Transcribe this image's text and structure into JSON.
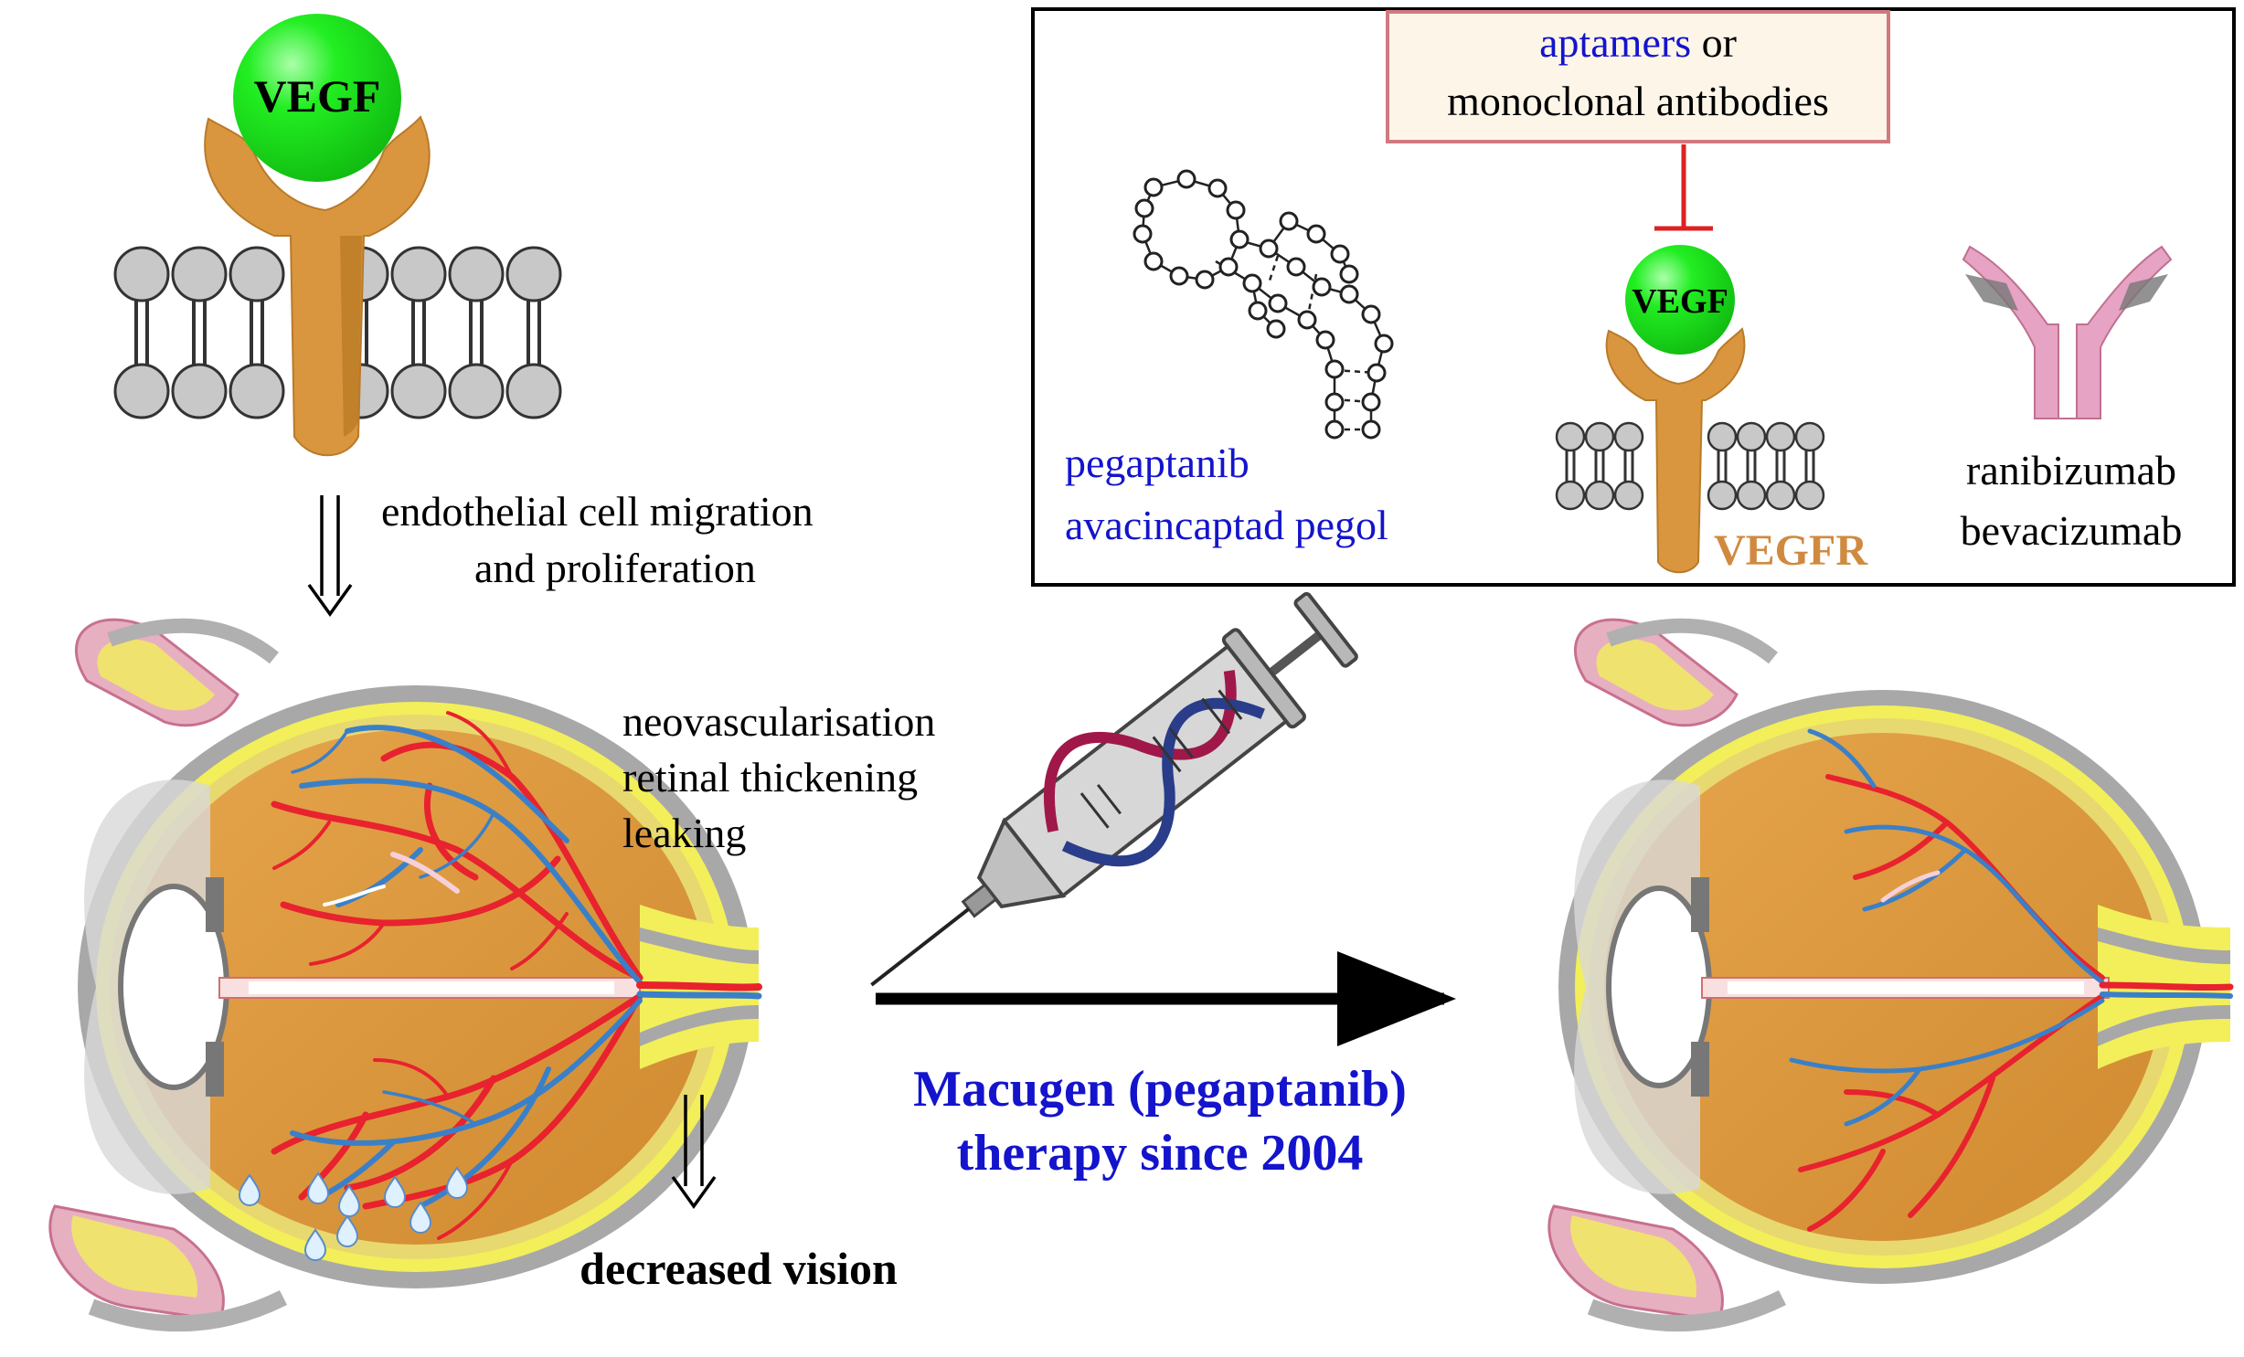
{
  "colors": {
    "vegf_green": "#22ee22",
    "receptor_tan": "#d9963e",
    "membrane_grey": "#c8c8c8",
    "eye_orange": "#dd9a3c",
    "sclera_grey": "#a8a8a8",
    "choroid_yellow": "#f2ef5a",
    "vessel_red": "#e8222e",
    "vessel_blue": "#3a80c8",
    "label_blue": "#1414cc",
    "inhibit_red": "#dd2222",
    "box_fill": "#fdf6e8",
    "box_border": "#d07a80",
    "antibody_pink": "#e6a3c4"
  },
  "receptor_panel": {
    "ligand_label": "VEGF",
    "step1_line1": "endothelial cell migration",
    "step1_line2": "and proliferation"
  },
  "disease_panel": {
    "symptom_line1": "neovascularisation",
    "symptom_line2": "retinal thickening",
    "symptom_line3": "leaking",
    "outcome": "decreased vision"
  },
  "therapy": {
    "line1": "Macugen (pegaptanib)",
    "line2": "therapy since 2004"
  },
  "inset": {
    "inhibitor_word1": "aptamers",
    "inhibitor_word2": "or",
    "inhibitor_line2": "monoclonal antibodies",
    "ligand_label": "VEGF",
    "receptor_label": "VEGFR",
    "aptamer_drug1": "pegaptanib",
    "aptamer_drug2": "avacincaptad pegol",
    "antibody_drug1": "ranibizumab",
    "antibody_drug2": "bevacizumab"
  }
}
